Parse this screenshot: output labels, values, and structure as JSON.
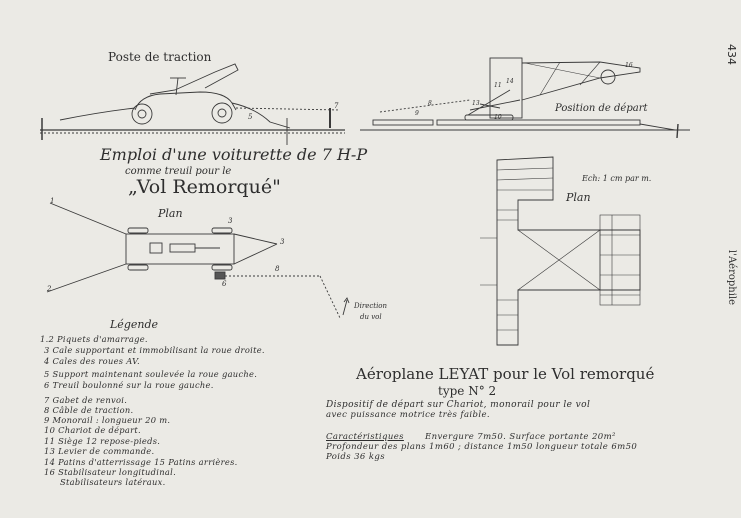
{
  "page": {
    "number": "434",
    "journal": "l'Aérophile"
  },
  "car_figure": {
    "heading": "Poste de traction",
    "title_line1": "Emploi d'une voiturette de 7 H-P",
    "title_line2": "comme treuil pour le",
    "title_line3": "„Vol Remorqué\"",
    "plan_label": "Plan",
    "direction_label_1": "Direction",
    "direction_label_2": "du vol",
    "markers": {
      "stake1": "1",
      "stake2": "2",
      "cale3": "3",
      "cale5": "5",
      "treuil6": "6",
      "gabet7": "7",
      "cable8": "8"
    }
  },
  "plane_figure": {
    "position_label": "Position de départ",
    "scale_label": "Ech: 1 cm par m.",
    "plan_label": "Plan",
    "markers": {
      "m8": "8",
      "m9": "9",
      "m10": "10",
      "m11": "11",
      "m13": "13",
      "m14": "14",
      "m16": "16"
    }
  },
  "legend": {
    "title": "Légende",
    "items": [
      "1.2 Piquets d'amarrage.",
      "3 Cale supportant et immobilisant la roue droite.",
      "4 Cales des roues AV.",
      "5 Support maintenant soulevée la roue gauche.",
      "6 Treuil boulonné sur la roue gauche.",
      "7 Gabet de renvoi.",
      "8 Câble de traction.",
      "9 Monorail : longueur 20 m.",
      "10 Chariot de départ.",
      "11 Siège 12 repose-pieds.",
      "13 Levier de commande.",
      "14 Patins d'atterrissage 15 Patins arrières.",
      "16 Stabilisateur longitudinal.",
      "Stabilisateurs latéraux."
    ]
  },
  "aeroplane": {
    "title": "Aéroplane LEYAT pour le Vol remorqué",
    "subtitle": "type N° 2",
    "description_line1": "Dispositif de départ sur Chariot, monorail pour le vol",
    "description_line2": "avec puissance motrice très faible.",
    "characteristics_heading": "Caractéristiques",
    "characteristics_line1": "Envergure 7m50. Surface portante 20m²",
    "characteristics_line2": "Profondeur des plans 1m60 ; distance 1m50 longueur totale 6m50",
    "characteristics_line3": "Poids 36 kgs"
  }
}
